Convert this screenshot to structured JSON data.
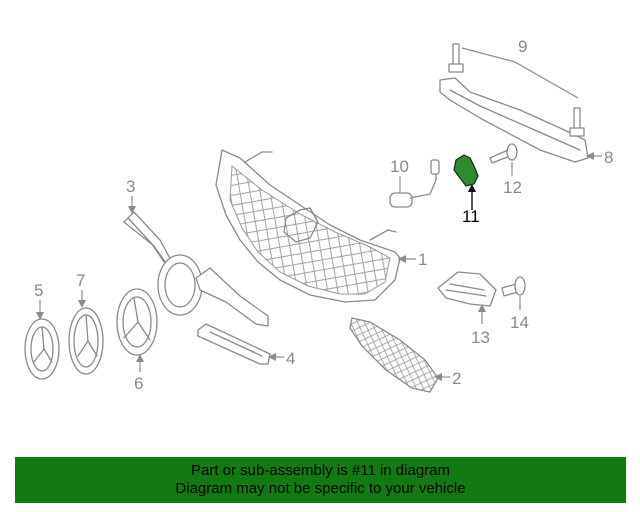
{
  "callouts": {
    "c1": "1",
    "c2": "2",
    "c3": "3",
    "c4": "4",
    "c5": "5",
    "c6": "6",
    "c7": "7",
    "c8": "8",
    "c9": "9",
    "c10": "10",
    "c11": "11",
    "c12": "12",
    "c13": "13",
    "c14": "14"
  },
  "highlighted_part": "11",
  "highlight_color": "#2e8b2e",
  "footer": {
    "line1": "Part or sub-assembly is #11 in diagram",
    "line2": "Diagram may not be specific to your vehicle",
    "background": "#137a13"
  }
}
